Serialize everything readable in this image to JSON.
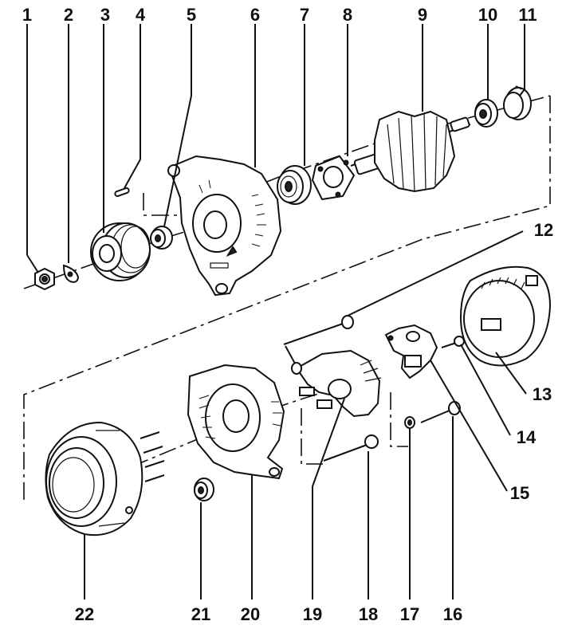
{
  "callouts": [
    "1",
    "2",
    "3",
    "4",
    "5",
    "6",
    "7",
    "8",
    "9",
    "10",
    "11",
    "12",
    "13",
    "14",
    "15",
    "16",
    "17",
    "18",
    "19",
    "20",
    "21",
    "22"
  ]
}
